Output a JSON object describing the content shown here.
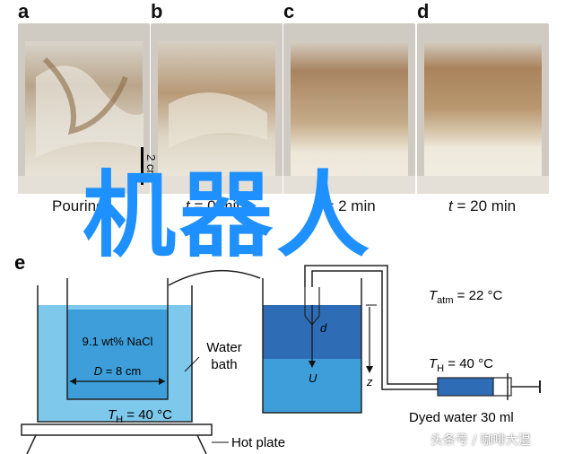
{
  "panels": {
    "a": {
      "label": "a",
      "caption": "Pouring"
    },
    "b": {
      "label": "b",
      "caption_var": "t",
      "caption_rest": " = 0 min"
    },
    "c": {
      "label": "c",
      "caption_var": "t",
      "caption_rest": " = 2 min"
    },
    "d": {
      "label": "d",
      "caption_var": "t",
      "caption_rest": " = 20 min"
    },
    "e": {
      "label": "e"
    }
  },
  "scale_bar": "2 cm",
  "diagram": {
    "nacl": "9.1 wt% NaCl",
    "diameter_var": "D",
    "diameter_rest": " = 8 cm",
    "water_bath_1": "Water",
    "water_bath_2": "bath",
    "th_var": "T",
    "th_sub": "H",
    "th_rest": " = 40 °C",
    "hot_plate": "Hot plate",
    "d_label": "d",
    "u_label": "U",
    "z_label": "z",
    "tatm_var": "T",
    "tatm_sub": "atm",
    "tatm_rest": " = 22 °C",
    "th2_var": "T",
    "th2_sub": "H",
    "th2_rest": " = 40 °C",
    "syringe": "Dyed water 30 ml"
  },
  "overlay_text": "机器人",
  "watermark_text": "头条号 / 咖啡大湿",
  "colors": {
    "water_light": "#7ec8ec",
    "water_inner": "#3d9ed9",
    "dye_dark": "#2e6db5",
    "overlay": "#1e90ff"
  }
}
